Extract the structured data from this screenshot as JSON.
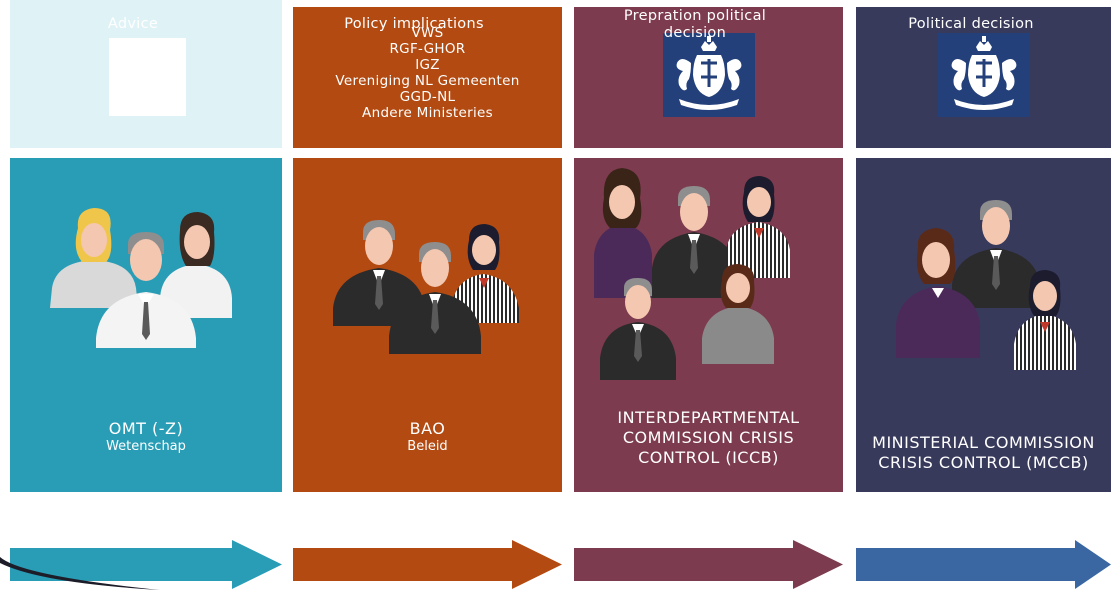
{
  "columns": [
    {
      "id": "omt",
      "top": {
        "kind": "placeholder"
      },
      "title": "OMT (-Z)",
      "subtitle": "Wetenschap",
      "arrow": "Advice",
      "colors": {
        "card": "#2a9db6",
        "top": "#dff2f6",
        "arrow": "#2a9db6"
      }
    },
    {
      "id": "bao",
      "top": {
        "kind": "list",
        "items": [
          "VWS",
          "RGF-GHOR",
          "IGZ",
          "Vereniging NL Gemeenten",
          "GGD-NL",
          "Andere Ministeries"
        ]
      },
      "title": "BAO",
      "subtitle": "Beleid",
      "arrow": "Policy implications",
      "colors": {
        "card": "#b24a12",
        "top": "#b24a12",
        "arrow": "#b24a12"
      }
    },
    {
      "id": "iccb",
      "top": {
        "kind": "crest",
        "icon": "coat-of-arms-icon"
      },
      "title_lines": [
        "INTERDEPARTMENTAL",
        "COMMISSION CRISIS",
        "CONTROL (ICCB)"
      ],
      "arrow_lines": [
        "Prepration political",
        "decision"
      ],
      "colors": {
        "card": "#7c3b4e",
        "top": "#7c3b4e",
        "arrow": "#7c3b4e"
      }
    },
    {
      "id": "mccb",
      "top": {
        "kind": "crest",
        "icon": "coat-of-arms-icon"
      },
      "title_lines": [
        "MINISTERIAL COMMISSION",
        "CRISIS CONTROL (MCCB)"
      ],
      "arrow": "Political decision",
      "colors": {
        "card": "#383a5c",
        "top": "#383a5c",
        "arrow": "#3a67a2"
      }
    }
  ],
  "icons": [
    "people-group-icon",
    "coat-of-arms-icon",
    "arrow-right-icon"
  ]
}
